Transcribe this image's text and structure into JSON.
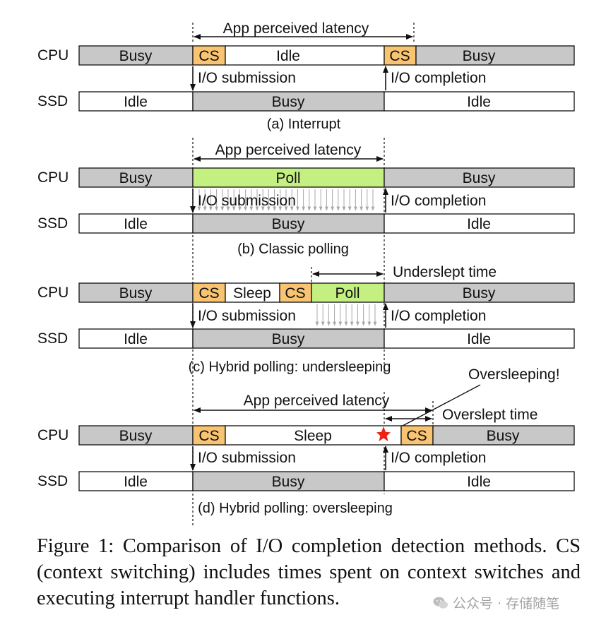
{
  "colors": {
    "busy": "#c8c8c8",
    "cs": "#f8c471",
    "poll": "#c4f082",
    "idle": "#ffffff",
    "star": "#ee2211"
  },
  "row_labels": {
    "cpu": "CPU",
    "ssd": "SSD"
  },
  "panel_a": {
    "latency_label": "App perceived latency",
    "cpu": {
      "busy_left": "Busy",
      "cs1": "CS",
      "idle": "Idle",
      "cs2": "CS",
      "busy_right": "Busy"
    },
    "submission_label": "I/O submission",
    "completion_label": "I/O completion",
    "ssd": {
      "idle_left": "Idle",
      "busy": "Busy",
      "idle_right": "Idle"
    },
    "caption": "(a) Interrupt"
  },
  "panel_b": {
    "latency_label": "App perceived latency",
    "cpu": {
      "busy_left": "Busy",
      "poll": "Poll",
      "busy_right": "Busy"
    },
    "submission_label": "I/O submission",
    "completion_label": "I/O completion",
    "ssd": {
      "idle_left": "Idle",
      "busy": "Busy",
      "idle_right": "Idle"
    },
    "caption": "(b) Classic polling"
  },
  "panel_c": {
    "underslept_label": "Underslept time",
    "cpu": {
      "busy_left": "Busy",
      "cs1": "CS",
      "sleep": "Sleep",
      "cs2": "CS",
      "poll": "Poll",
      "busy_right": "Busy"
    },
    "submission_label": "I/O submission",
    "completion_label": "I/O completion",
    "ssd": {
      "idle_left": "Idle",
      "busy": "Busy",
      "idle_right": "Idle"
    },
    "caption": "(c) Hybrid polling: undersleeping"
  },
  "panel_d": {
    "oversleeping_label": "Oversleeping!",
    "latency_label": "App perceived latency",
    "overslept_label": "Overslept time",
    "cpu": {
      "busy_left": "Busy",
      "cs1": "CS",
      "sleep": "Sleep",
      "cs2": "CS",
      "busy_right": "Busy"
    },
    "submission_label": "I/O submission",
    "completion_label": "I/O completion",
    "ssd": {
      "idle_left": "Idle",
      "busy": "Busy",
      "idle_right": "Idle"
    },
    "caption": "(d) Hybrid polling: oversleeping"
  },
  "figure_caption": "Figure 1: Comparison of I/O completion detection methods. CS (context switching) includes times spent on context switches and executing interrupt handler functions.",
  "watermark": "公众号 · 存储随笔"
}
